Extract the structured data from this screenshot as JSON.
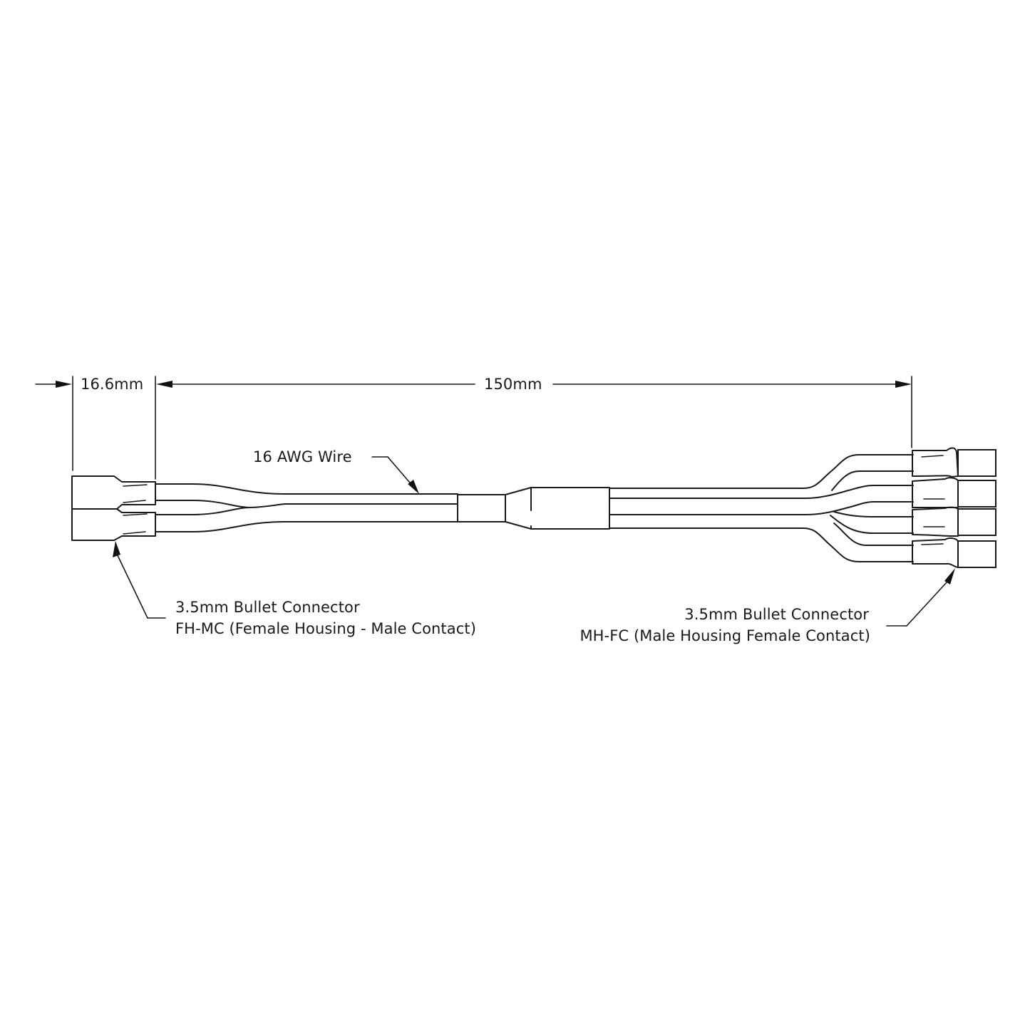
{
  "drawing": {
    "type": "cable-harness-drawing",
    "stroke_color": "#1a1a1a",
    "background_color": "#ffffff"
  },
  "dimensions": {
    "connector_length": {
      "value": 16.6,
      "unit": "mm",
      "label": "16.6mm"
    },
    "overall_length": {
      "value": 150,
      "unit": "mm",
      "label": "150mm"
    }
  },
  "callouts": {
    "wire": {
      "label": "16 AWG Wire"
    },
    "left_connector": {
      "line1": "3.5mm Bullet Connector",
      "line2": "FH-MC (Female Housing - Male Contact)",
      "count": 2
    },
    "right_connector": {
      "line1": "3.5mm Bullet Connector",
      "line2": "MH-FC (Male Housing Female Contact)",
      "count": 4
    }
  }
}
